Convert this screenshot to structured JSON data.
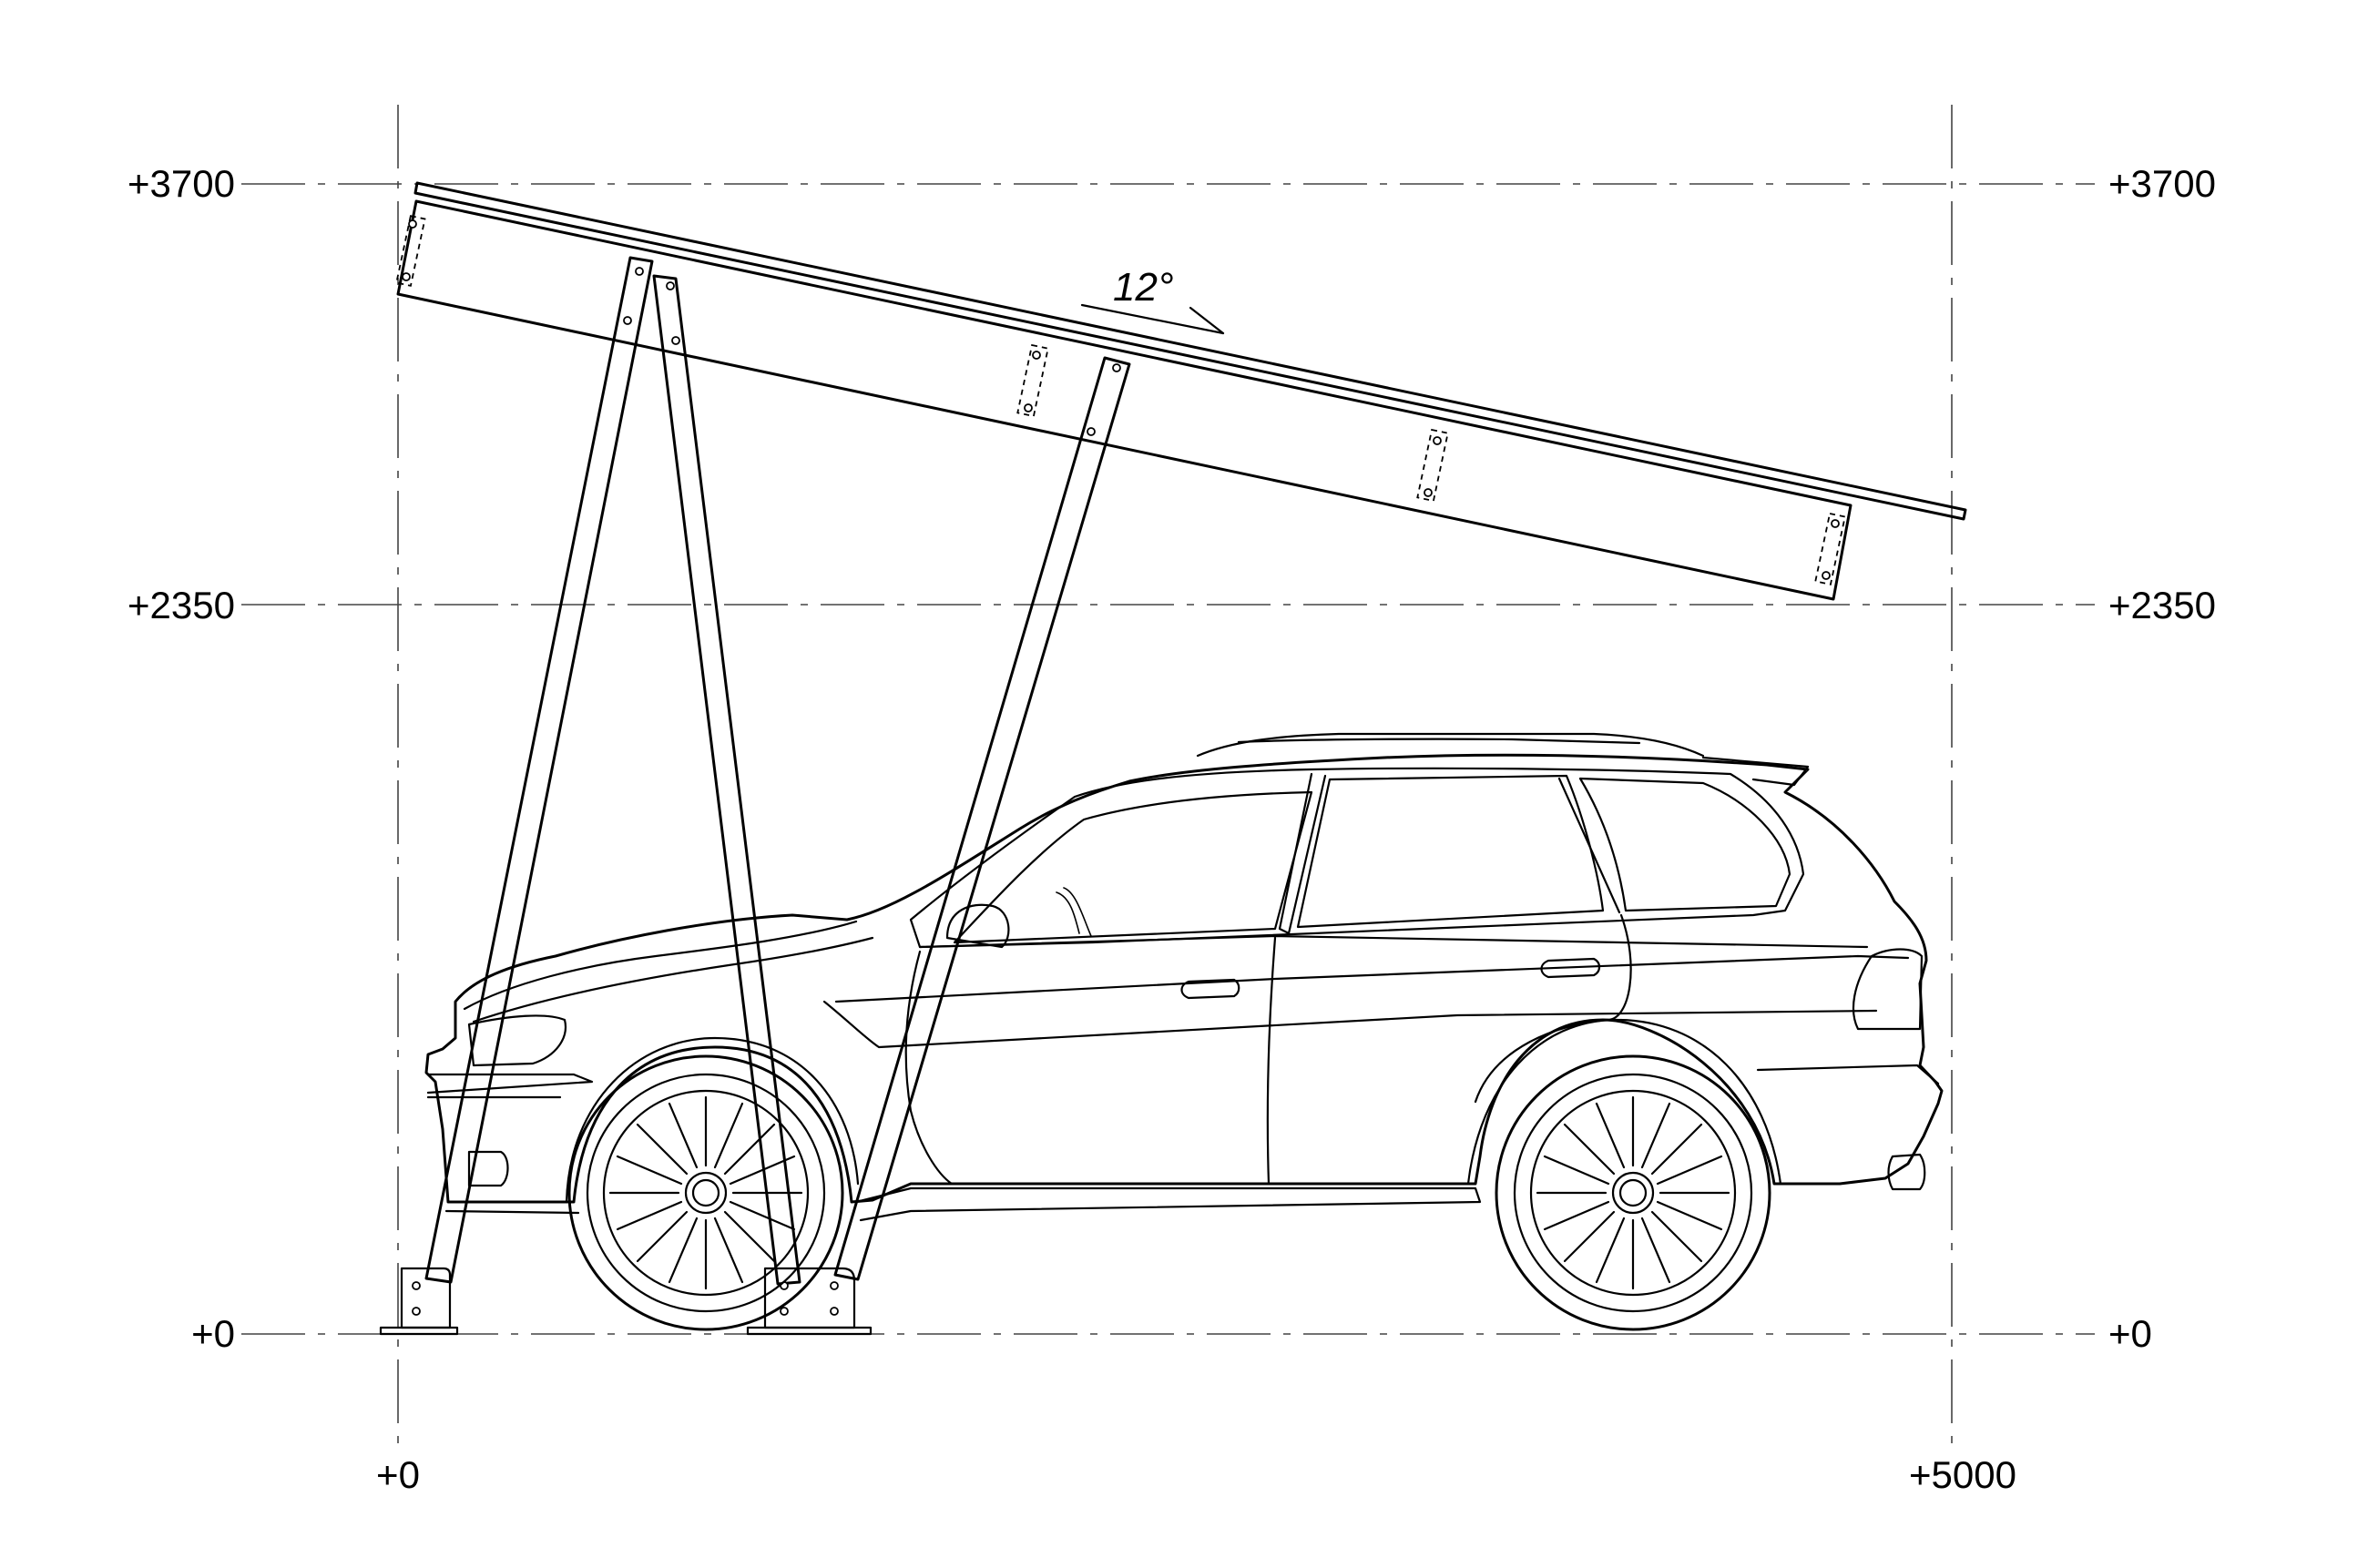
{
  "levels": {
    "top_left": "+3700",
    "top_right": "+3700",
    "mid_left": "+2350",
    "mid_right": "+2350",
    "base_left": "+0",
    "base_right": "+0"
  },
  "horizontal": {
    "start": "+0",
    "end": "+5000"
  },
  "roof": {
    "angle": "12°"
  }
}
